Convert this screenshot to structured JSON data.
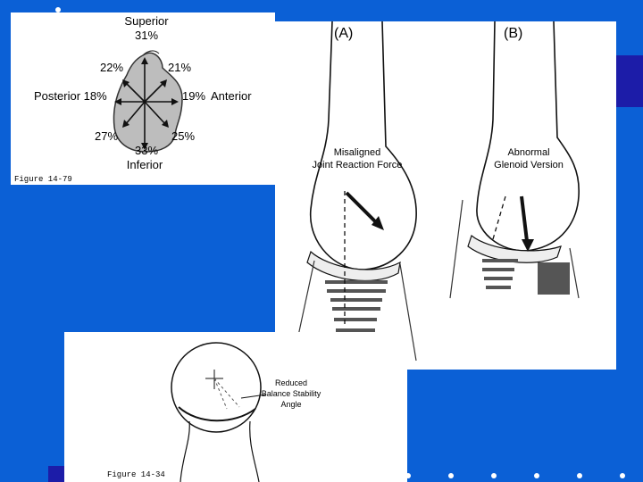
{
  "fig_glenoid": {
    "superior_label": "Superior",
    "superior_pct": "31%",
    "posterior_label": "Posterior 18%",
    "anterior_pct": "19%",
    "anterior_label": "Anterior",
    "upper_left_pct": "22%",
    "upper_right_pct": "21%",
    "lower_left_pct": "27%",
    "lower_right_pct": "25%",
    "inferior_pct": "33%",
    "inferior_label": "Inferior",
    "caption": "Figure 14-79"
  },
  "fig_joint": {
    "label_a": "(A)",
    "label_b": "(B)",
    "a_text_line1": "Misaligned",
    "a_text_line2": "Joint Reaction Force",
    "b_text_line1": "Abnormal",
    "b_text_line2": "Glenoid Version"
  },
  "fig_balance": {
    "label_line1": "Reduced",
    "label_line2": "Balance Stability",
    "label_line3": "Angle",
    "caption": "Figure 14-34"
  },
  "colors": {
    "background": "#0b60d6",
    "dark_block": "#1c1ca8",
    "panel": "#ffffff"
  }
}
